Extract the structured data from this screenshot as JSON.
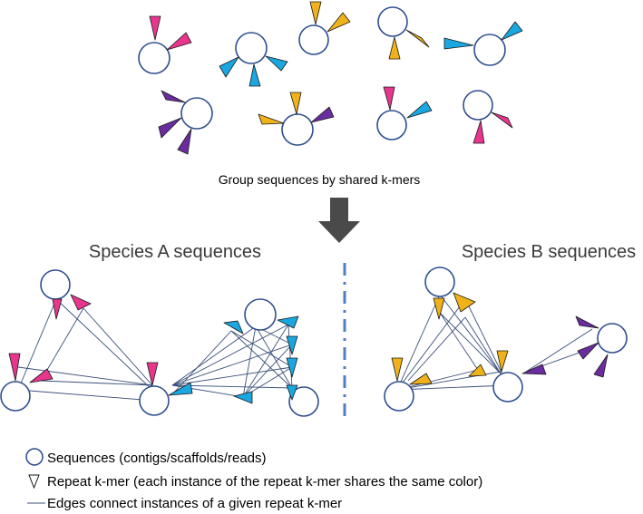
{
  "caption": "Group sequences by shared k-mers",
  "species_a_label": "Species A sequences",
  "species_b_label": "Species B sequences",
  "legend": [
    {
      "symbol": "circle",
      "text": "Sequences (contigs/scaffolds/reads)"
    },
    {
      "symbol": "triangle",
      "text": "Repeat k-mer (each instance of the repeat k-mer shares the same color)"
    },
    {
      "symbol": "line",
      "text": "Edges connect instances of a given repeat k-mer"
    }
  ],
  "colors": {
    "pink": "#e8368f",
    "blue": "#1aa7e0",
    "orange": "#f0b21a",
    "purple": "#6a2c9e",
    "node_stroke": "#2f4f8f",
    "edge": "#3b4f7a",
    "arrow": "#4a4a4a",
    "divider": "#4f7fbf"
  }
}
